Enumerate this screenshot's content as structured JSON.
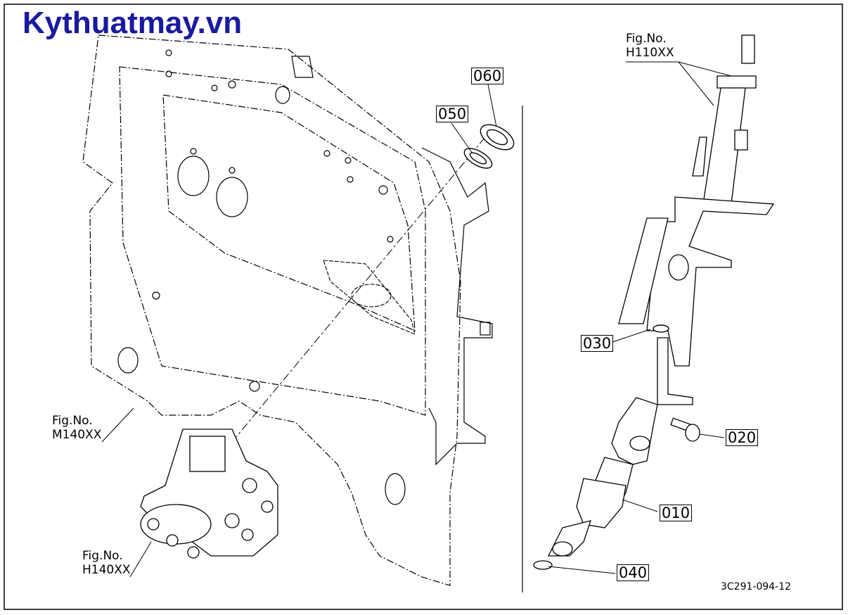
{
  "brand": "Kythuatmay.vn",
  "figs": {
    "h110_a": "Fig.No.",
    "h110_b": "H110XX",
    "m140_a": "Fig.No.",
    "m140_b": "M140XX",
    "h140_a": "Fig.No.",
    "h140_b": "H140XX"
  },
  "parts": {
    "p060": "060",
    "p050": "050",
    "p030": "030",
    "p020": "020",
    "p010": "010",
    "p040": "040"
  },
  "drawing_code": "3C291-094-12"
}
